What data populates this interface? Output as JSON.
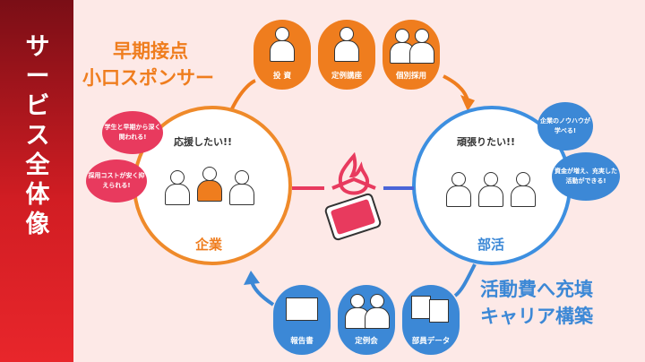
{
  "sidebar": {
    "title_chars": [
      "サ",
      "ー",
      "ビ",
      "ス",
      "全",
      "体",
      "像"
    ]
  },
  "top_heading": {
    "line1": "早期接点",
    "line2": "小口スポンサー"
  },
  "bottom_heading": {
    "line1": "活動費へ充填",
    "line2": "キャリア構築"
  },
  "top_bubbles": [
    {
      "label": "投 資",
      "icon": "investor-icon"
    },
    {
      "label": "定例講座",
      "icon": "lecture-icon"
    },
    {
      "label": "個別採用",
      "icon": "handshake-icon"
    }
  ],
  "bottom_bubbles": [
    {
      "label": "報告書",
      "icon": "report-icon"
    },
    {
      "label": "定例会",
      "icon": "meeting-icon"
    },
    {
      "label": "部員データ",
      "icon": "member-data-icon"
    }
  ],
  "company": {
    "name": "企業",
    "phrase": "応援したい!!",
    "speech": [
      "学生と早期から深く関われる!",
      "採用コストが安く抑えられる!"
    ]
  },
  "club": {
    "name": "部活",
    "phrase": "頑張りたい!!",
    "speech": [
      "企業のノウハウが学べる!",
      "資金が増え、充実した活動ができる!"
    ]
  },
  "colors": {
    "orange": "#ef7d1e",
    "blue": "#3c88d6",
    "pink": "#e83a5e",
    "bg": "#fde9e7"
  }
}
